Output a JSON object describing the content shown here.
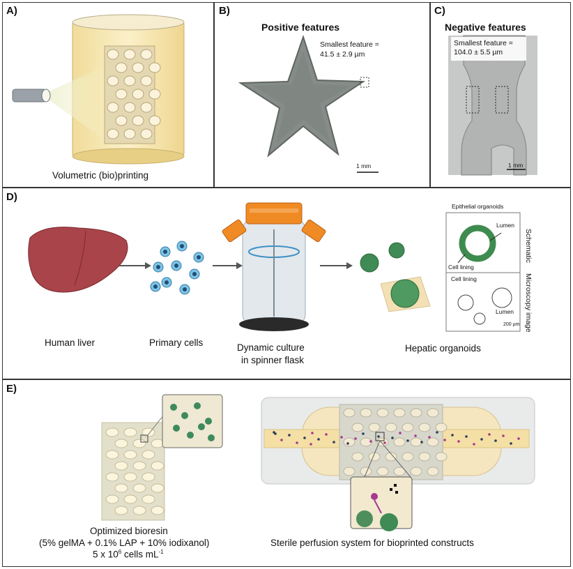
{
  "panel_a": {
    "label": "A)",
    "caption": "Volumetric (bio)printing"
  },
  "panel_b": {
    "label": "B)",
    "title": "Positive features",
    "feature_line1": "Smallest feature =",
    "feature_line2": "41.5 ± 2.9 µm",
    "scale": "1 mm"
  },
  "panel_c": {
    "label": "C)",
    "title": "Negative features",
    "feature_line1": "Smallest feature =",
    "feature_line2": "104.0 ± 5.5 µm",
    "scale": "1 mm"
  },
  "panel_d": {
    "label": "D)",
    "captions": {
      "liver": "Human liver",
      "cells": "Primary cells",
      "flask_line1": "Dynamic culture",
      "flask_line2": "in spinner flask",
      "organoids": "Hepatic organoids"
    },
    "inset": {
      "title": "Epithelial organoids",
      "lumen": "Lumen",
      "cell_lining": "Cell lining",
      "schematic": "Schematic",
      "microscopy": "Microscopy image",
      "lumen2": "Lumen",
      "cell_lining2": "Cell lining",
      "scale": "200 µm"
    }
  },
  "panel_e": {
    "label": "E)",
    "left_caption_line1": "Optimized bioresin",
    "left_caption_line2": "(5% gelMA + 0.1% LAP + 10% iodixanol)",
    "left_caption_line3_prefix": "5 x 10",
    "left_caption_line3_exp": "6",
    "left_caption_line3_suffix": " cells mL",
    "left_caption_line3_exp2": "-1",
    "right_caption": "Sterile perfusion system for bioprinted constructs"
  }
}
